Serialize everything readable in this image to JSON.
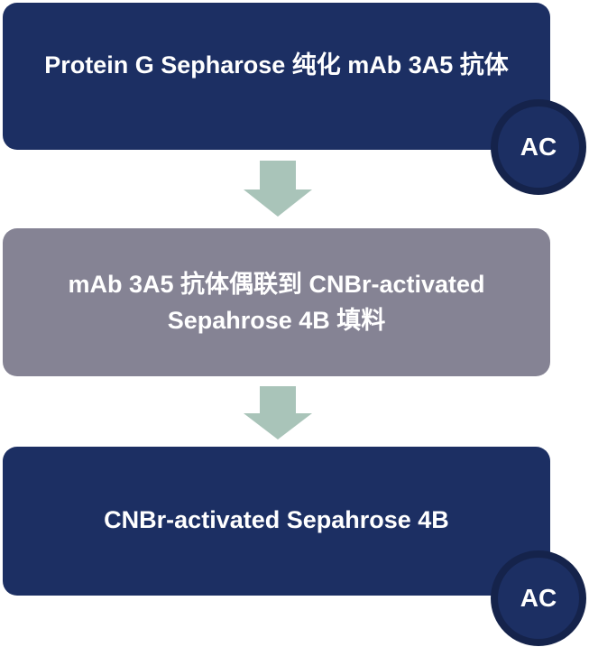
{
  "steps": [
    {
      "text": "Protein G Sepharose 纯化 mAb 3A5 抗体",
      "badge": "AC",
      "color": "#1c2f63"
    },
    {
      "text": "mAb 3A5 抗体偶联到 CNBr-activated Sepahrose 4B 填料",
      "badge": null,
      "color": "#858394"
    },
    {
      "text": "CNBr-activated Sepahrose 4B",
      "badge": "AC",
      "color": "#1c2f63"
    }
  ],
  "arrow_color": "#a9c4b9",
  "badge_ring_color": "#15234b"
}
